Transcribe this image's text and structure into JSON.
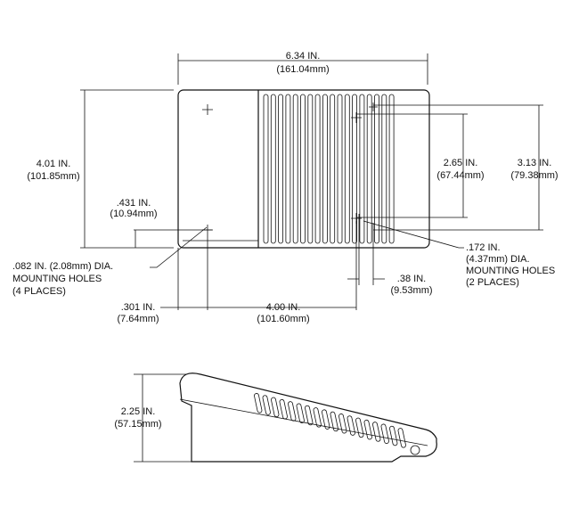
{
  "top_view": {
    "width": [
      "6.34 IN.",
      "(161.04mm)"
    ],
    "height": [
      "4.01 IN.",
      "(101.85mm)"
    ],
    "hole_offset": [
      ".431 IN.",
      "(10.94mm)"
    ],
    "small_holes": [
      ".082 IN. (2.08mm) DIA.",
      "MOUNTING HOLES",
      "(4 PLACES)"
    ],
    "edge_offset": [
      ".301 IN.",
      "(7.64mm)"
    ],
    "hole_spacing": [
      "4.00 IN.",
      "(101.60mm)"
    ],
    "rib_offset": [
      ".38 IN.",
      "(9.53mm)"
    ],
    "large_holes": [
      ".172 IN.",
      "(4.37mm) DIA.",
      "MOUNTING HOLES",
      "(2 PLACES)"
    ],
    "inner_height": [
      "2.65 IN.",
      "(67.44mm)"
    ],
    "outer_height": [
      "3.13 IN.",
      "(79.38mm)"
    ]
  },
  "side_view": {
    "height": [
      "2.25 IN.",
      "(57.15mm)"
    ]
  }
}
